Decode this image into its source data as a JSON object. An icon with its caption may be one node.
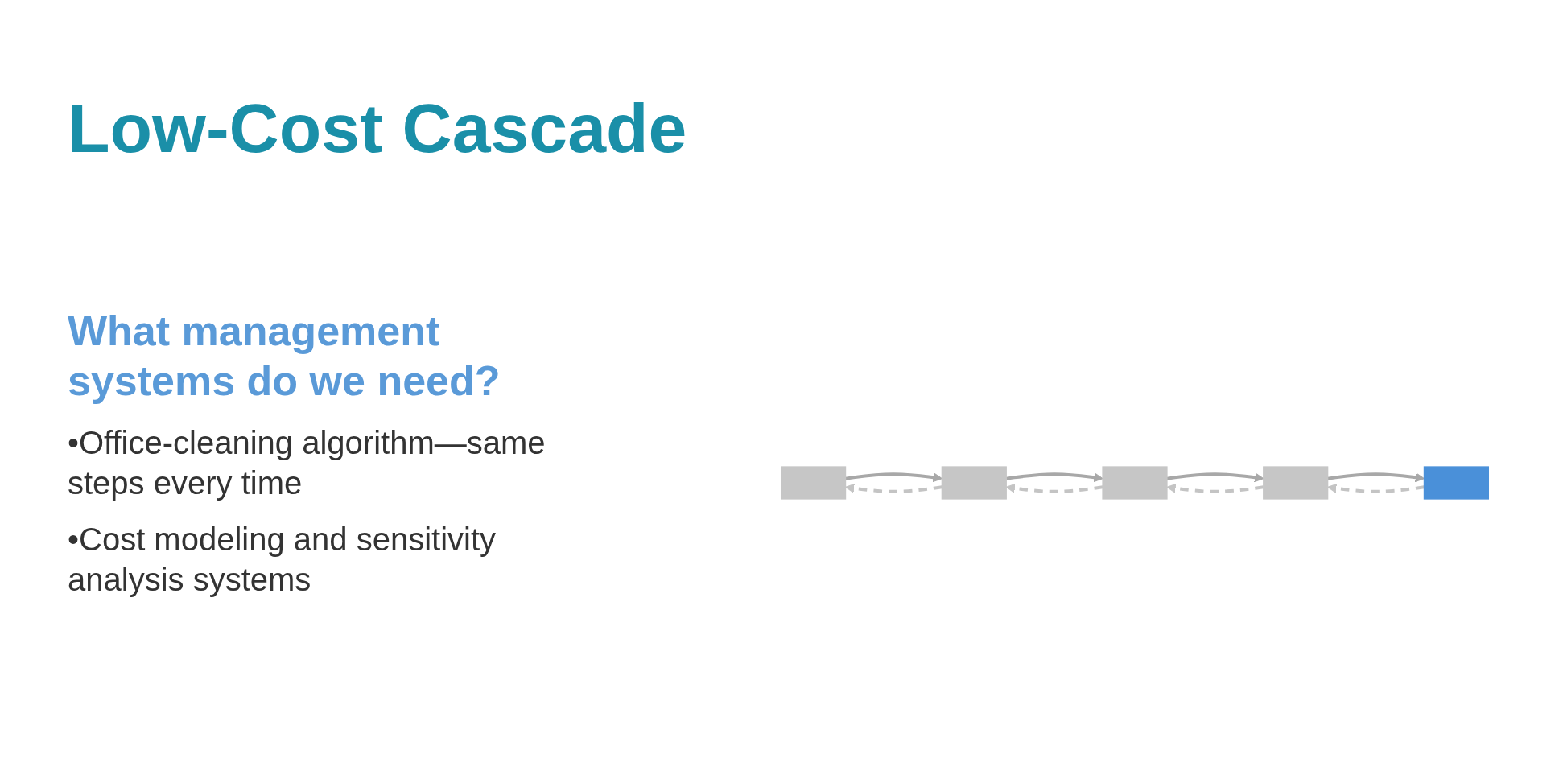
{
  "diagram": {
    "title": "Low-Cost Cascade",
    "nodes": [
      {
        "text": [],
        "shape": "box"
      },
      {
        "text": [],
        "shape": "box"
      },
      {
        "text": [],
        "shape": "box"
      },
      {
        "text": [],
        "shape": "box"
      },
      {
        "text": [],
        "shape": "box"
      }
    ],
    "edges": [
      {
        "from": 0,
        "to": 1,
        "arrow": "to"
      },
      {
        "from": 1,
        "to": 0,
        "arrow": "to",
        "style": "dashed"
      },
      {
        "from": 1,
        "to": 2,
        "arrow": "to"
      },
      {
        "from": 2,
        "to": 1,
        "arrow": "to",
        "style": "dashed"
      },
      {
        "from": 2,
        "to": 3,
        "arrow": "to"
      },
      {
        "from": 3,
        "to": 2,
        "arrow": "to",
        "style": "dashed"
      },
      {
        "from": 3,
        "to": 4,
        "arrow": "to"
      },
      {
        "from": 4,
        "to": 3,
        "arrow": "to",
        "style": "dashed"
      }
    ],
    "labels": [
      "What management systems do we need?",
      "•Office-cleaning algorithm—same steps every time",
      "•Cost modeling and sensitivity analysis systems"
    ]
  }
}
